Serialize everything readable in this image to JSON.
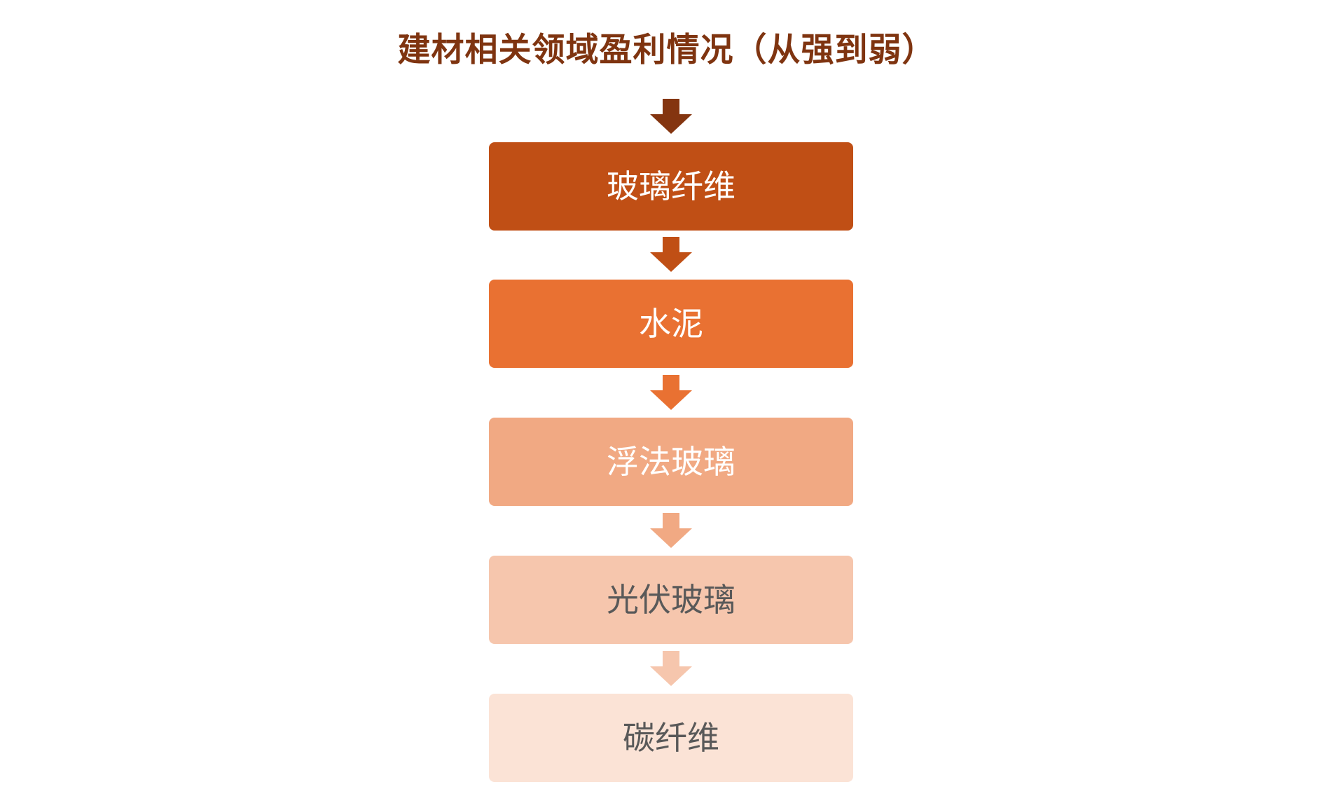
{
  "diagram": {
    "title": "建材相关领域盈利情况（从强到弱）",
    "title_color": "#7f3410",
    "steps": [
      {
        "label": "玻璃纤维",
        "fill": "#c04f15",
        "text_color": "#ffffff",
        "arrow_color": "#843510"
      },
      {
        "label": "水泥",
        "fill": "#e97132",
        "text_color": "#ffffff",
        "arrow_color": "#c04f15"
      },
      {
        "label": "浮法玻璃",
        "fill": "#f1a983",
        "text_color": "#ffffff",
        "arrow_color": "#e97132"
      },
      {
        "label": "光伏玻璃",
        "fill": "#f6c6ad",
        "text_color": "#595959",
        "arrow_color": "#f1a983"
      },
      {
        "label": "碳纤维",
        "fill": "#fbe3d6",
        "text_color": "#595959",
        "arrow_color": "#f6c6ad"
      }
    ]
  }
}
